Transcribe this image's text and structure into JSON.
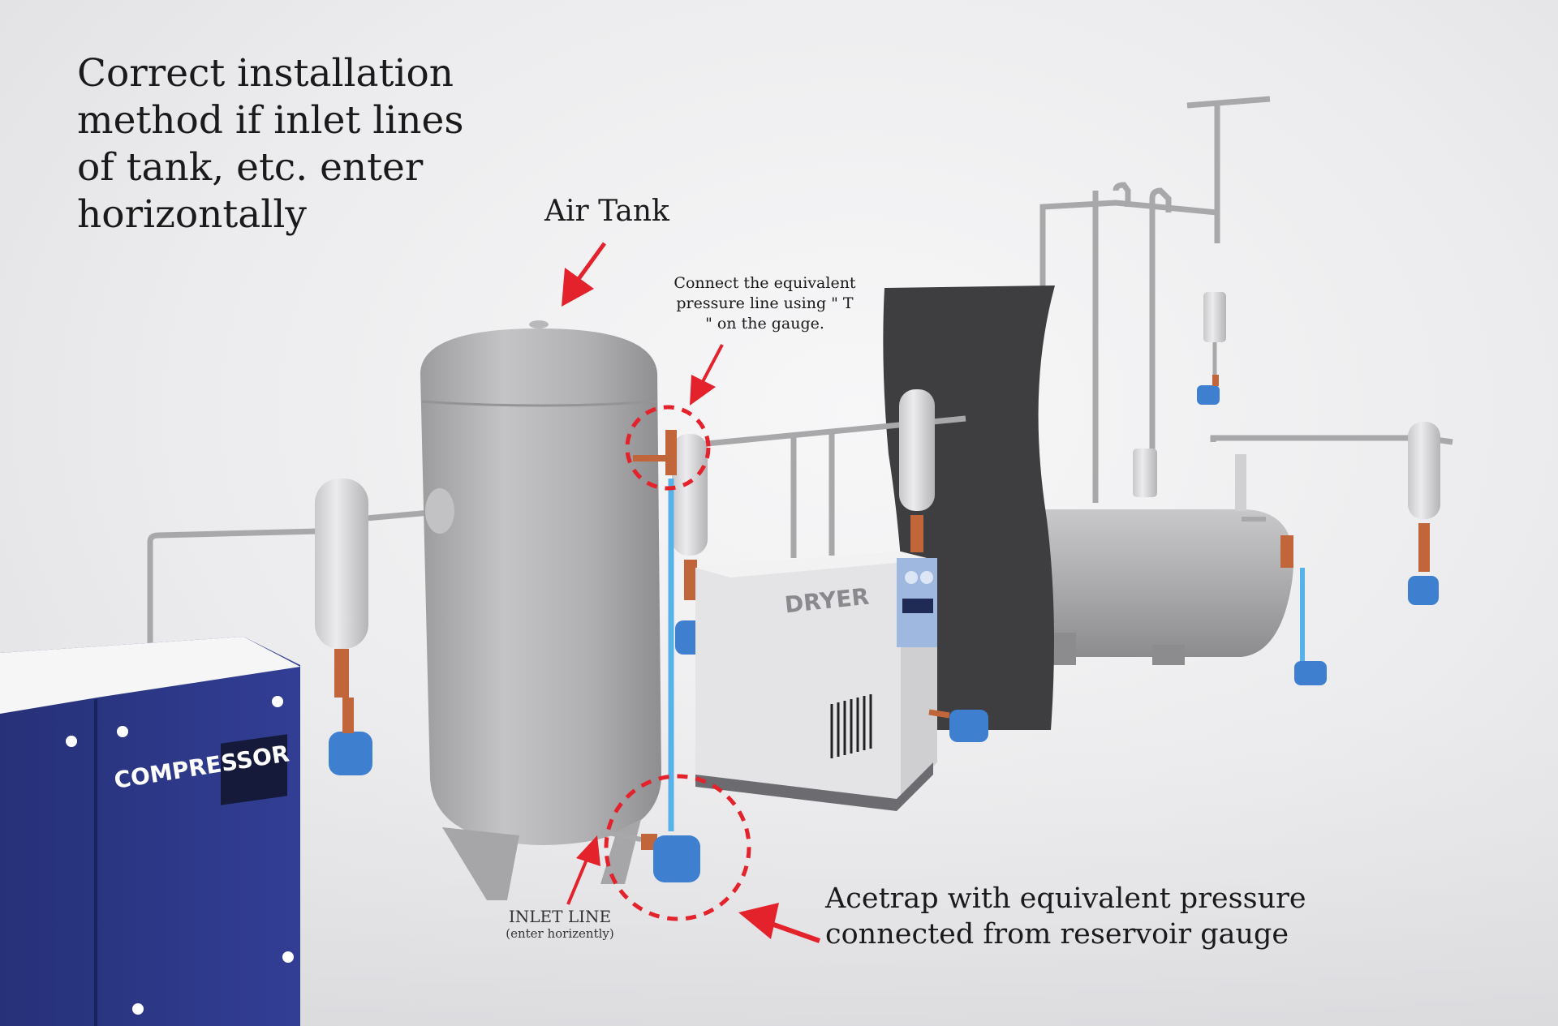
{
  "title": "Correct installation\nmethod if inlet lines\nof tank, etc. enter\nhorizontally",
  "labels": {
    "air_tank": "Air Tank",
    "gauge_note": "Connect the equivalent\npressure line using \" T\n\" on the gauge.",
    "inlet_line": "INLET LINE",
    "inlet_sub": "(enter horizently)",
    "acetrap_note": "Acetrap with equivalent pressure\nconnected from reservoir gauge"
  },
  "equipment": {
    "compressor": "COMPRESSOR",
    "dryer": "DRYER"
  },
  "colors": {
    "annotation_red": "#e3222b",
    "compressor_blue": "#2c3788",
    "trap_blue": "#3f7fd0",
    "pipe_blue": "#56b2e8",
    "tank_gray": "#a9a9ab",
    "wall_dark": "#3e3e40",
    "valve_orange": "#c0663a"
  },
  "icons": [
    "arrow-icon",
    "dashed-circle-icon",
    "drain-trap-icon"
  ]
}
